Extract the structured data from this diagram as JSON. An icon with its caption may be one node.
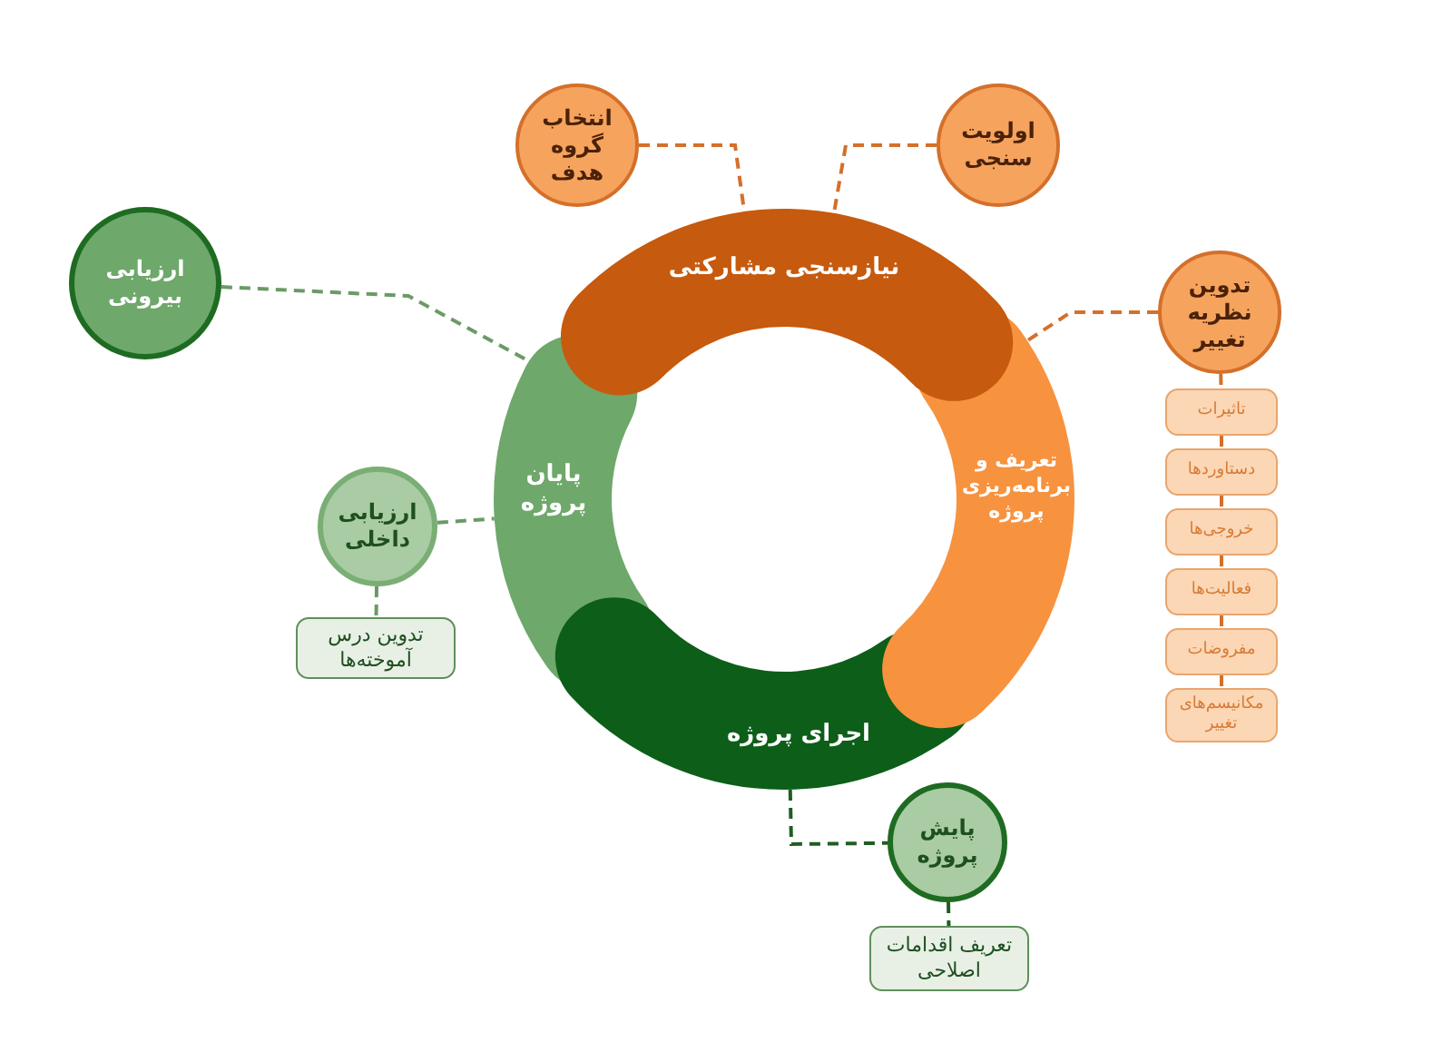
{
  "diagram": {
    "nodes": [
      {
        "text": [
          "نیازسنجی مشارکتی"
        ]
      },
      {
        "text": [
          "تعریف و برنامه‌ریزی پروژه"
        ]
      },
      {
        "text": [
          "اجرای پروژه"
        ]
      },
      {
        "text": [
          "پایان پروژه"
        ]
      },
      {
        "text": [
          "انتخاب گروه هدف"
        ]
      },
      {
        "text": [
          "اولویت سنجی"
        ]
      },
      {
        "text": [
          "تدوین نظریه تغییر"
        ]
      },
      {
        "text": [
          "تاثیرات"
        ]
      },
      {
        "text": [
          "دستاوردها"
        ]
      },
      {
        "text": [
          "خروجی‌ها"
        ]
      },
      {
        "text": [
          "فعالیت‌ها"
        ]
      },
      {
        "text": [
          "مفروضات"
        ]
      },
      {
        "text": [
          "مکانیسم‌های تغییر"
        ]
      },
      {
        "text": [
          "ارزیابی بیرونی"
        ]
      },
      {
        "text": [
          "ارزیابی داخلی"
        ]
      },
      {
        "text": [
          "تدوین درس آموخته‌ها"
        ]
      },
      {
        "text": [
          "پایش پروژه"
        ]
      },
      {
        "text": [
          "تعریف اقدامات اصلاحی"
        ]
      }
    ],
    "edges": [
      {
        "from": 4,
        "to": 0,
        "arrow": "none",
        "style": "dashed"
      },
      {
        "from": 5,
        "to": 0,
        "arrow": "none",
        "style": "dashed"
      },
      {
        "from": 6,
        "to": 1,
        "arrow": "none",
        "style": "dashed"
      },
      {
        "from": 6,
        "to": 7,
        "arrow": "none",
        "style": "dashed"
      },
      {
        "from": 7,
        "to": 8,
        "arrow": "none",
        "style": "dashed"
      },
      {
        "from": 8,
        "to": 9,
        "arrow": "none",
        "style": "dashed"
      },
      {
        "from": 9,
        "to": 10,
        "arrow": "none",
        "style": "dashed"
      },
      {
        "from": 10,
        "to": 11,
        "arrow": "none",
        "style": "dashed"
      },
      {
        "from": 11,
        "to": 12,
        "arrow": "none",
        "style": "dashed"
      },
      {
        "from": 13,
        "to": 3,
        "arrow": "none",
        "style": "dashed",
        "color": "#6b9a66"
      },
      {
        "from": 14,
        "to": 3,
        "arrow": "none",
        "style": "dashed",
        "color": "#6b9a66"
      },
      {
        "from": 14,
        "to": 15,
        "arrow": "none",
        "style": "dashed",
        "color": "#6b9a66"
      },
      {
        "from": 2,
        "to": 16,
        "arrow": "none",
        "style": "dashed",
        "color": "#1e5e22"
      },
      {
        "from": 16,
        "to": 17,
        "arrow": "none",
        "style": "dashed",
        "color": "#1e5e22"
      }
    ]
  }
}
